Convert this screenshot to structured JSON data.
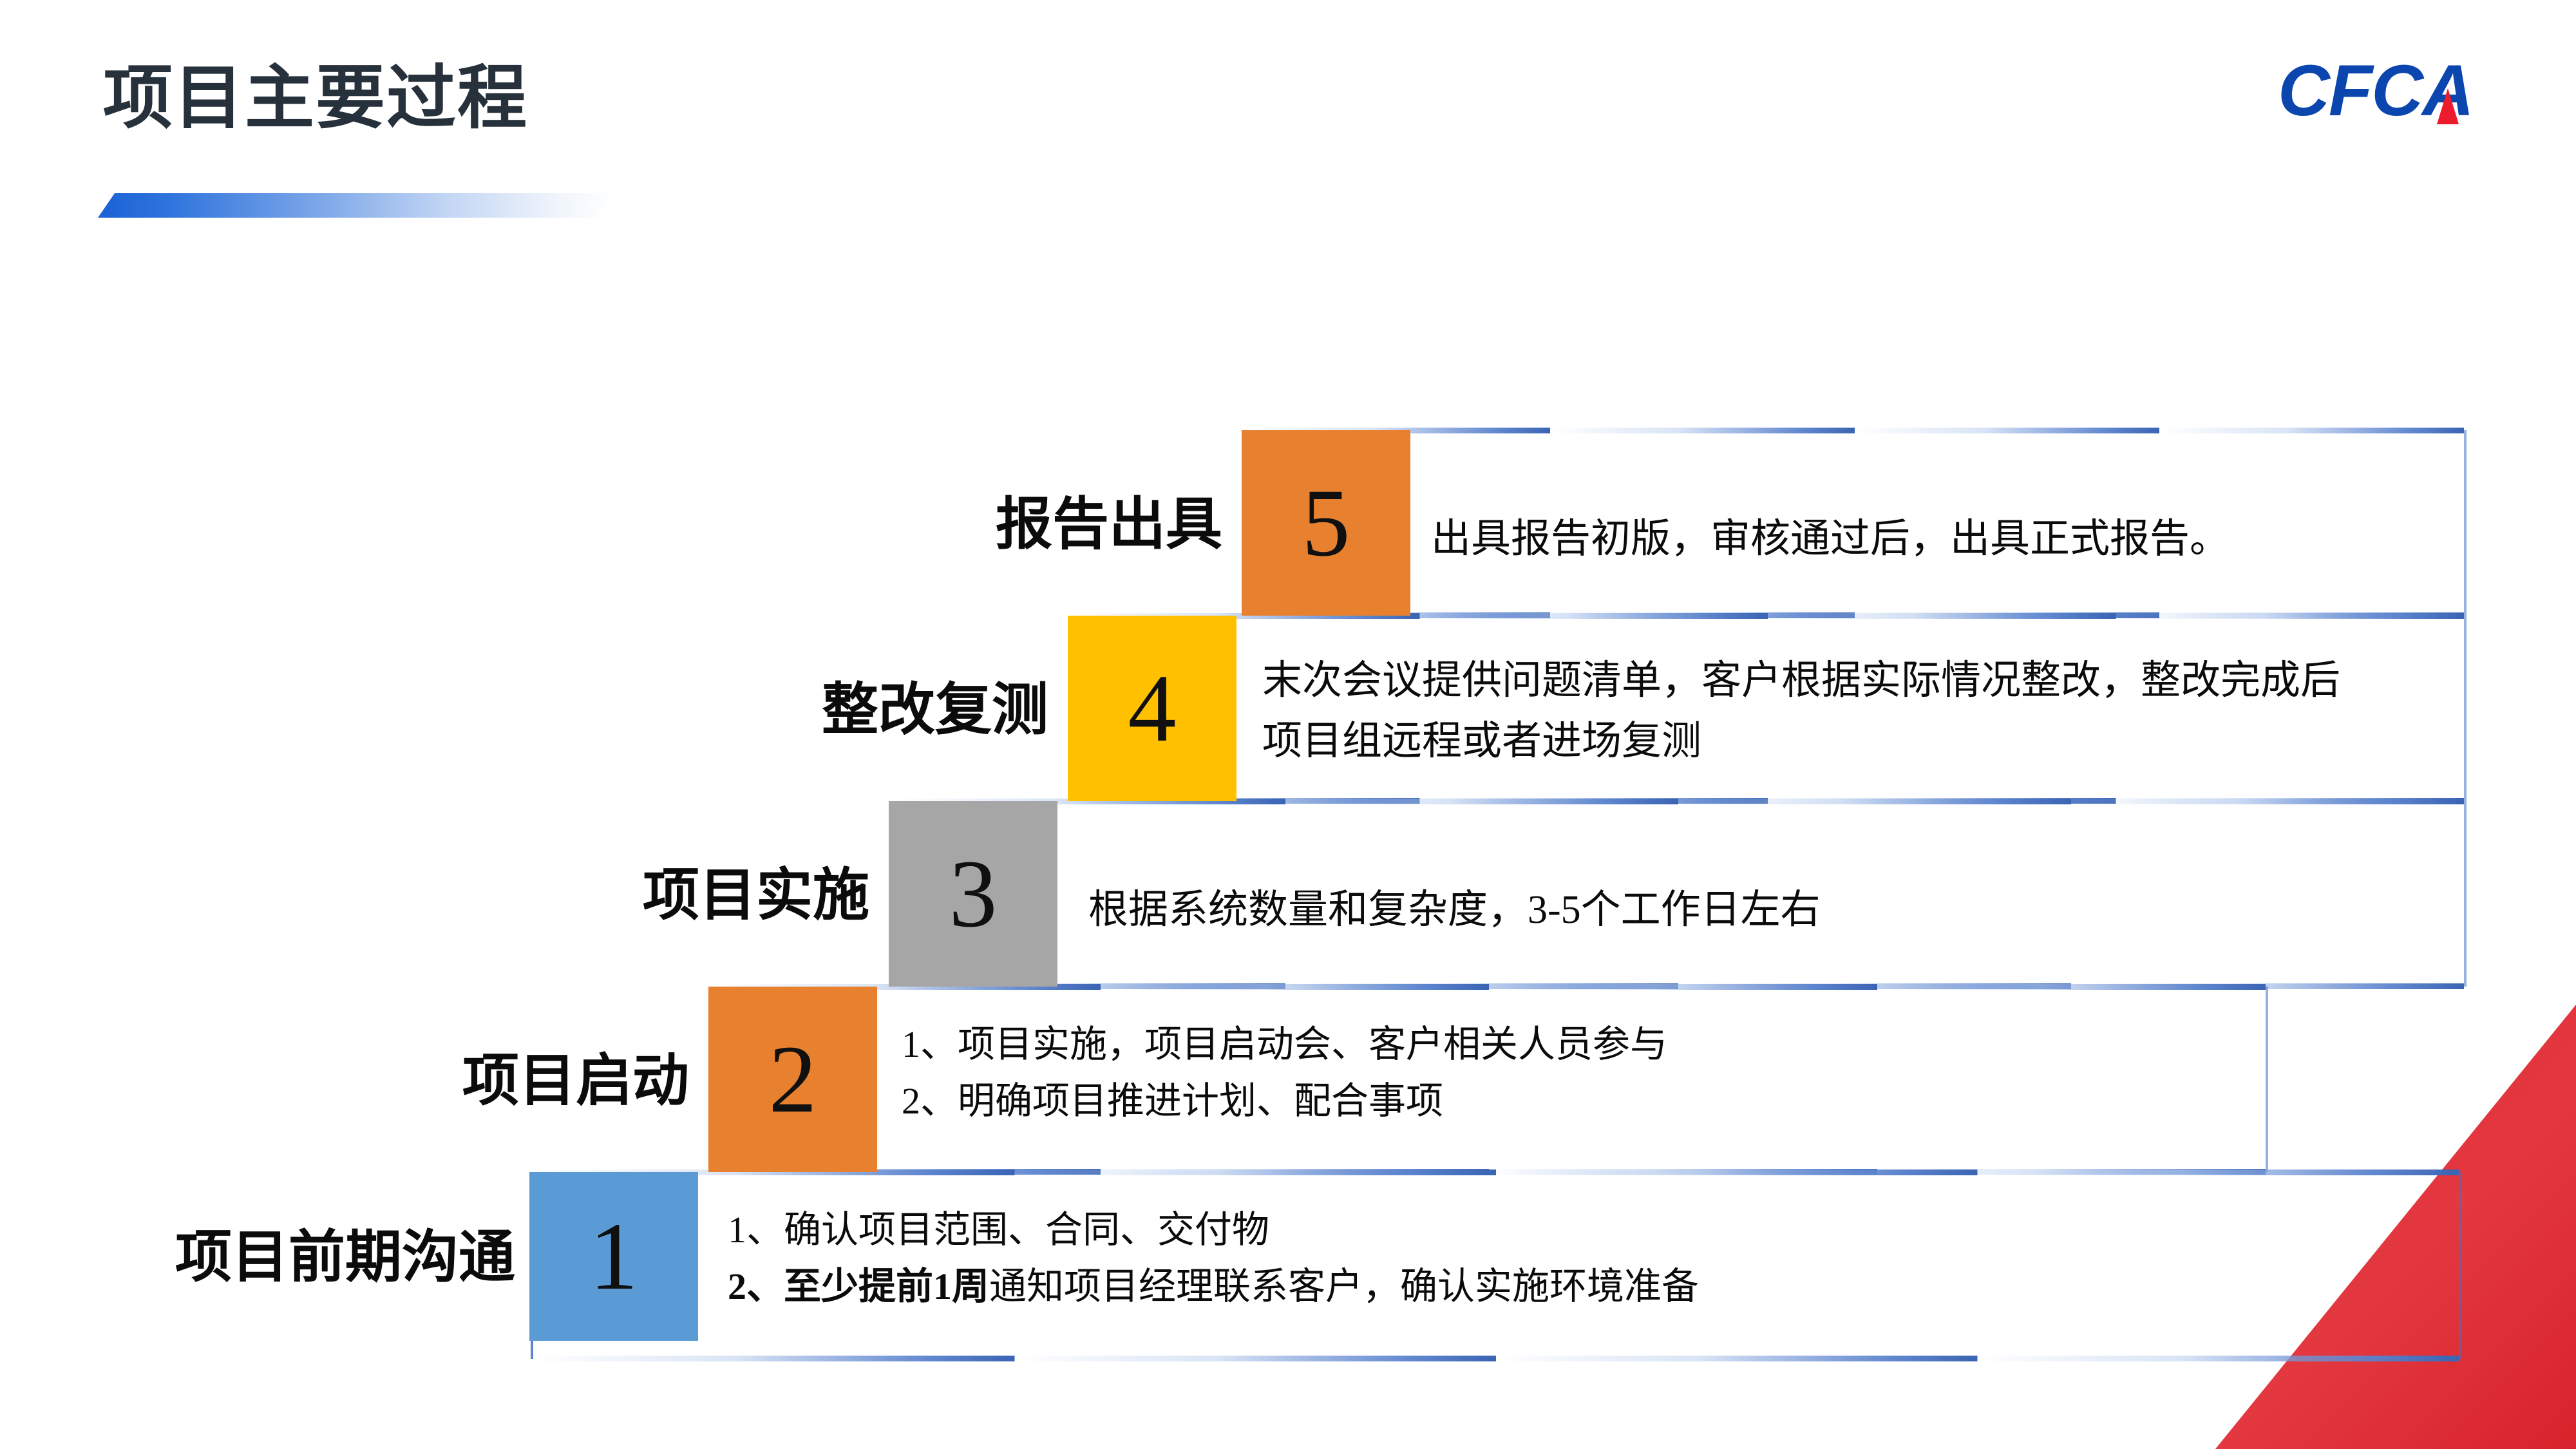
{
  "header": {
    "title": "项目主要过程",
    "underline_color": "#1a62d6"
  },
  "logo": {
    "text": "CFCA",
    "color": "#0a46ae",
    "accent_color": "#ed1b2e",
    "accent_icon": "red-triangle-accent"
  },
  "decoration": {
    "corner_triangle_color": "#e0262e"
  },
  "steps": [
    {
      "number": "5",
      "label": "报告出具",
      "color": "#E8812F",
      "lines": [
        {
          "text": "出具报告初版，审核通过后，出具正式报告。",
          "bold_prefix": ""
        }
      ]
    },
    {
      "number": "4",
      "label": "整改复测",
      "color": "#FFC000",
      "lines": [
        {
          "text": "末次会议提供问题清单，客户根据实际情况整改，整改完成后",
          "bold_prefix": ""
        },
        {
          "text": "项目组远程或者进场复测",
          "bold_prefix": ""
        }
      ]
    },
    {
      "number": "3",
      "label": "项目实施",
      "color": "#A6A6A6",
      "lines": [
        {
          "text": "根据系统数量和复杂度，3-5个工作日左右",
          "bold_prefix": ""
        }
      ]
    },
    {
      "number": "2",
      "label": "项目启动",
      "color": "#E8812F",
      "lines": [
        {
          "text": "1、项目实施，项目启动会、客户相关人员参与",
          "bold_prefix": ""
        },
        {
          "text": "2、明确项目推进计划、配合事项",
          "bold_prefix": ""
        }
      ]
    },
    {
      "number": "1",
      "label": "项目前期沟通",
      "color": "#5B9BD5",
      "lines": [
        {
          "text": "1、确认项目范围、合同、交付物",
          "bold_prefix": ""
        },
        {
          "text": "2、至少提前1周通知项目经理联系客户，确认实施环境准备",
          "bold_prefix": "2、至少提前1周"
        }
      ]
    }
  ]
}
